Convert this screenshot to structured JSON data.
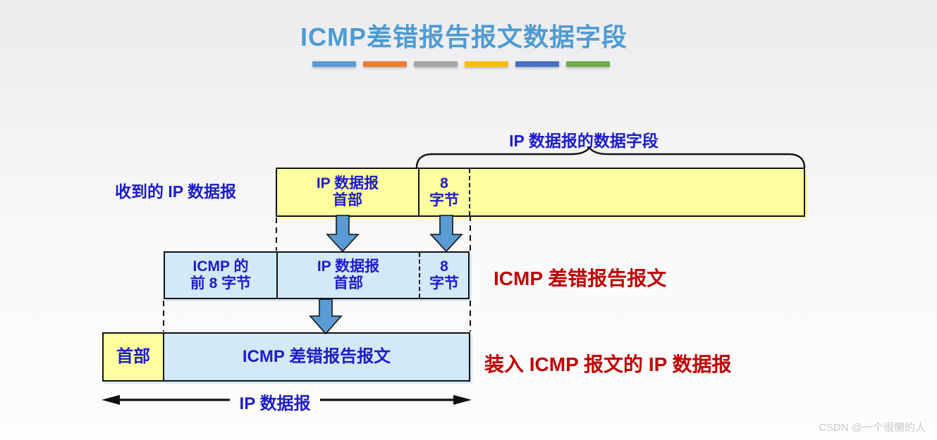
{
  "title": "ICMP差错报告报文数据字段",
  "title_color": "#4e9bd4",
  "decoration_dashes": [
    {
      "name": "blue",
      "color": "#5b9bd5"
    },
    {
      "name": "orange",
      "color": "#ed7d31"
    },
    {
      "name": "gray",
      "color": "#a5a5a5"
    },
    {
      "name": "gold",
      "color": "#ffc000"
    },
    {
      "name": "dark-blue",
      "color": "#4472c4"
    },
    {
      "name": "green",
      "color": "#70ad47"
    }
  ],
  "colors": {
    "diagram_text_blue": "#1c1ccb",
    "label_red": "#c00000",
    "box_yellow": "#feff9e",
    "box_light_blue": "#d2e9f7",
    "arrow_fill_blue": "#5b9bd5",
    "line_black": "#111111"
  },
  "annotations": {
    "data_field_brace_label": "IP 数据报的数据字段",
    "received_datagram_label": "收到的 IP 数据报",
    "icmp_error_message_label": "ICMP 差错报告报文",
    "encapsulated_label": "装入 ICMP 报文的 IP 数据报",
    "ip_datagram_span_label": "IP 数据报"
  },
  "rows": {
    "received_ip_datagram": {
      "cells": {
        "header": "IP 数据报\n首部",
        "eight_bytes": "8\n字节",
        "rest": ""
      }
    },
    "icmp_error_report": {
      "cells": {
        "icmp_first8": "ICMP 的\n前 8 字节",
        "header": "IP 数据报\n首部",
        "eight_bytes": "8\n字节"
      }
    },
    "ip_datagram_with_icmp": {
      "cells": {
        "header": "首部",
        "body": "ICMP 差错报告报文"
      }
    }
  },
  "watermark": "CSDN @一个很懒的人"
}
